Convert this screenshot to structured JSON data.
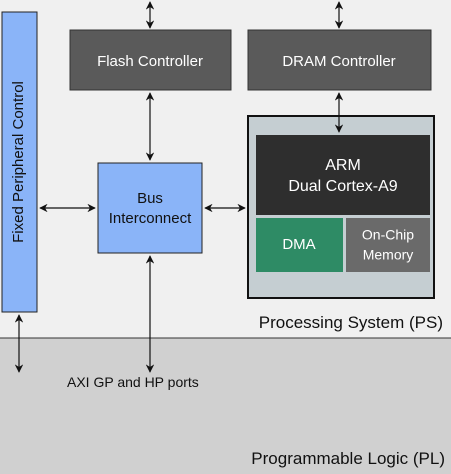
{
  "regions": {
    "ps_label": "Processing System (PS)",
    "pl_label": "Programmable Logic (PL)"
  },
  "blocks": {
    "fixed_peripheral": "Fixed Peripheral Control",
    "flash_controller": "Flash Controller",
    "dram_controller": "DRAM Controller",
    "bus_interconnect": [
      "Bus",
      "Interconnect"
    ],
    "arm": [
      "ARM",
      "Dual Cortex-A9"
    ],
    "dma": "DMA",
    "on_chip_memory": [
      "On-Chip",
      "Memory"
    ]
  },
  "ports_label": "AXI GP and HP ports",
  "colors": {
    "ps_background": "#f0f0f0",
    "pl_background": "#d0d0d0",
    "peripheral_blue": "#8ab4f8",
    "controller_gray": "#5a5a5a",
    "arm_dark": "#2e2e2e",
    "dma_green": "#2e8b65",
    "memory_gray": "#6a6a6a",
    "cpu_group_background": "#c5ced2"
  }
}
